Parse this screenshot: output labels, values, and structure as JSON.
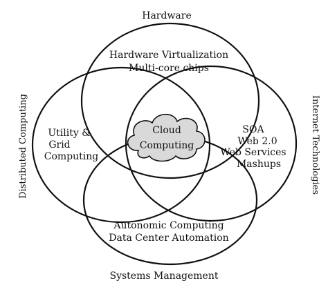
{
  "diagram": {
    "outer_labels": {
      "top": "Hardware",
      "bottom": "Systems Management",
      "left": "Distributed Computing",
      "right": "Internet Technologies"
    },
    "regions": {
      "hardware": [
        "Hardware Virtualization",
        "Multi-core chips"
      ],
      "distributed": [
        "Utility &",
        "Grid",
        "Computing"
      ],
      "internet": [
        "SOA",
        "Web 2.0",
        "Web Services",
        "Mashups"
      ],
      "systems": [
        "Autonomic Computing",
        "Data Center Automation"
      ]
    },
    "center": [
      "Cloud",
      "Computing"
    ],
    "colors": {
      "stroke": "#111111",
      "cloud_fill": "#d9d9d9",
      "background": "#ffffff"
    }
  }
}
